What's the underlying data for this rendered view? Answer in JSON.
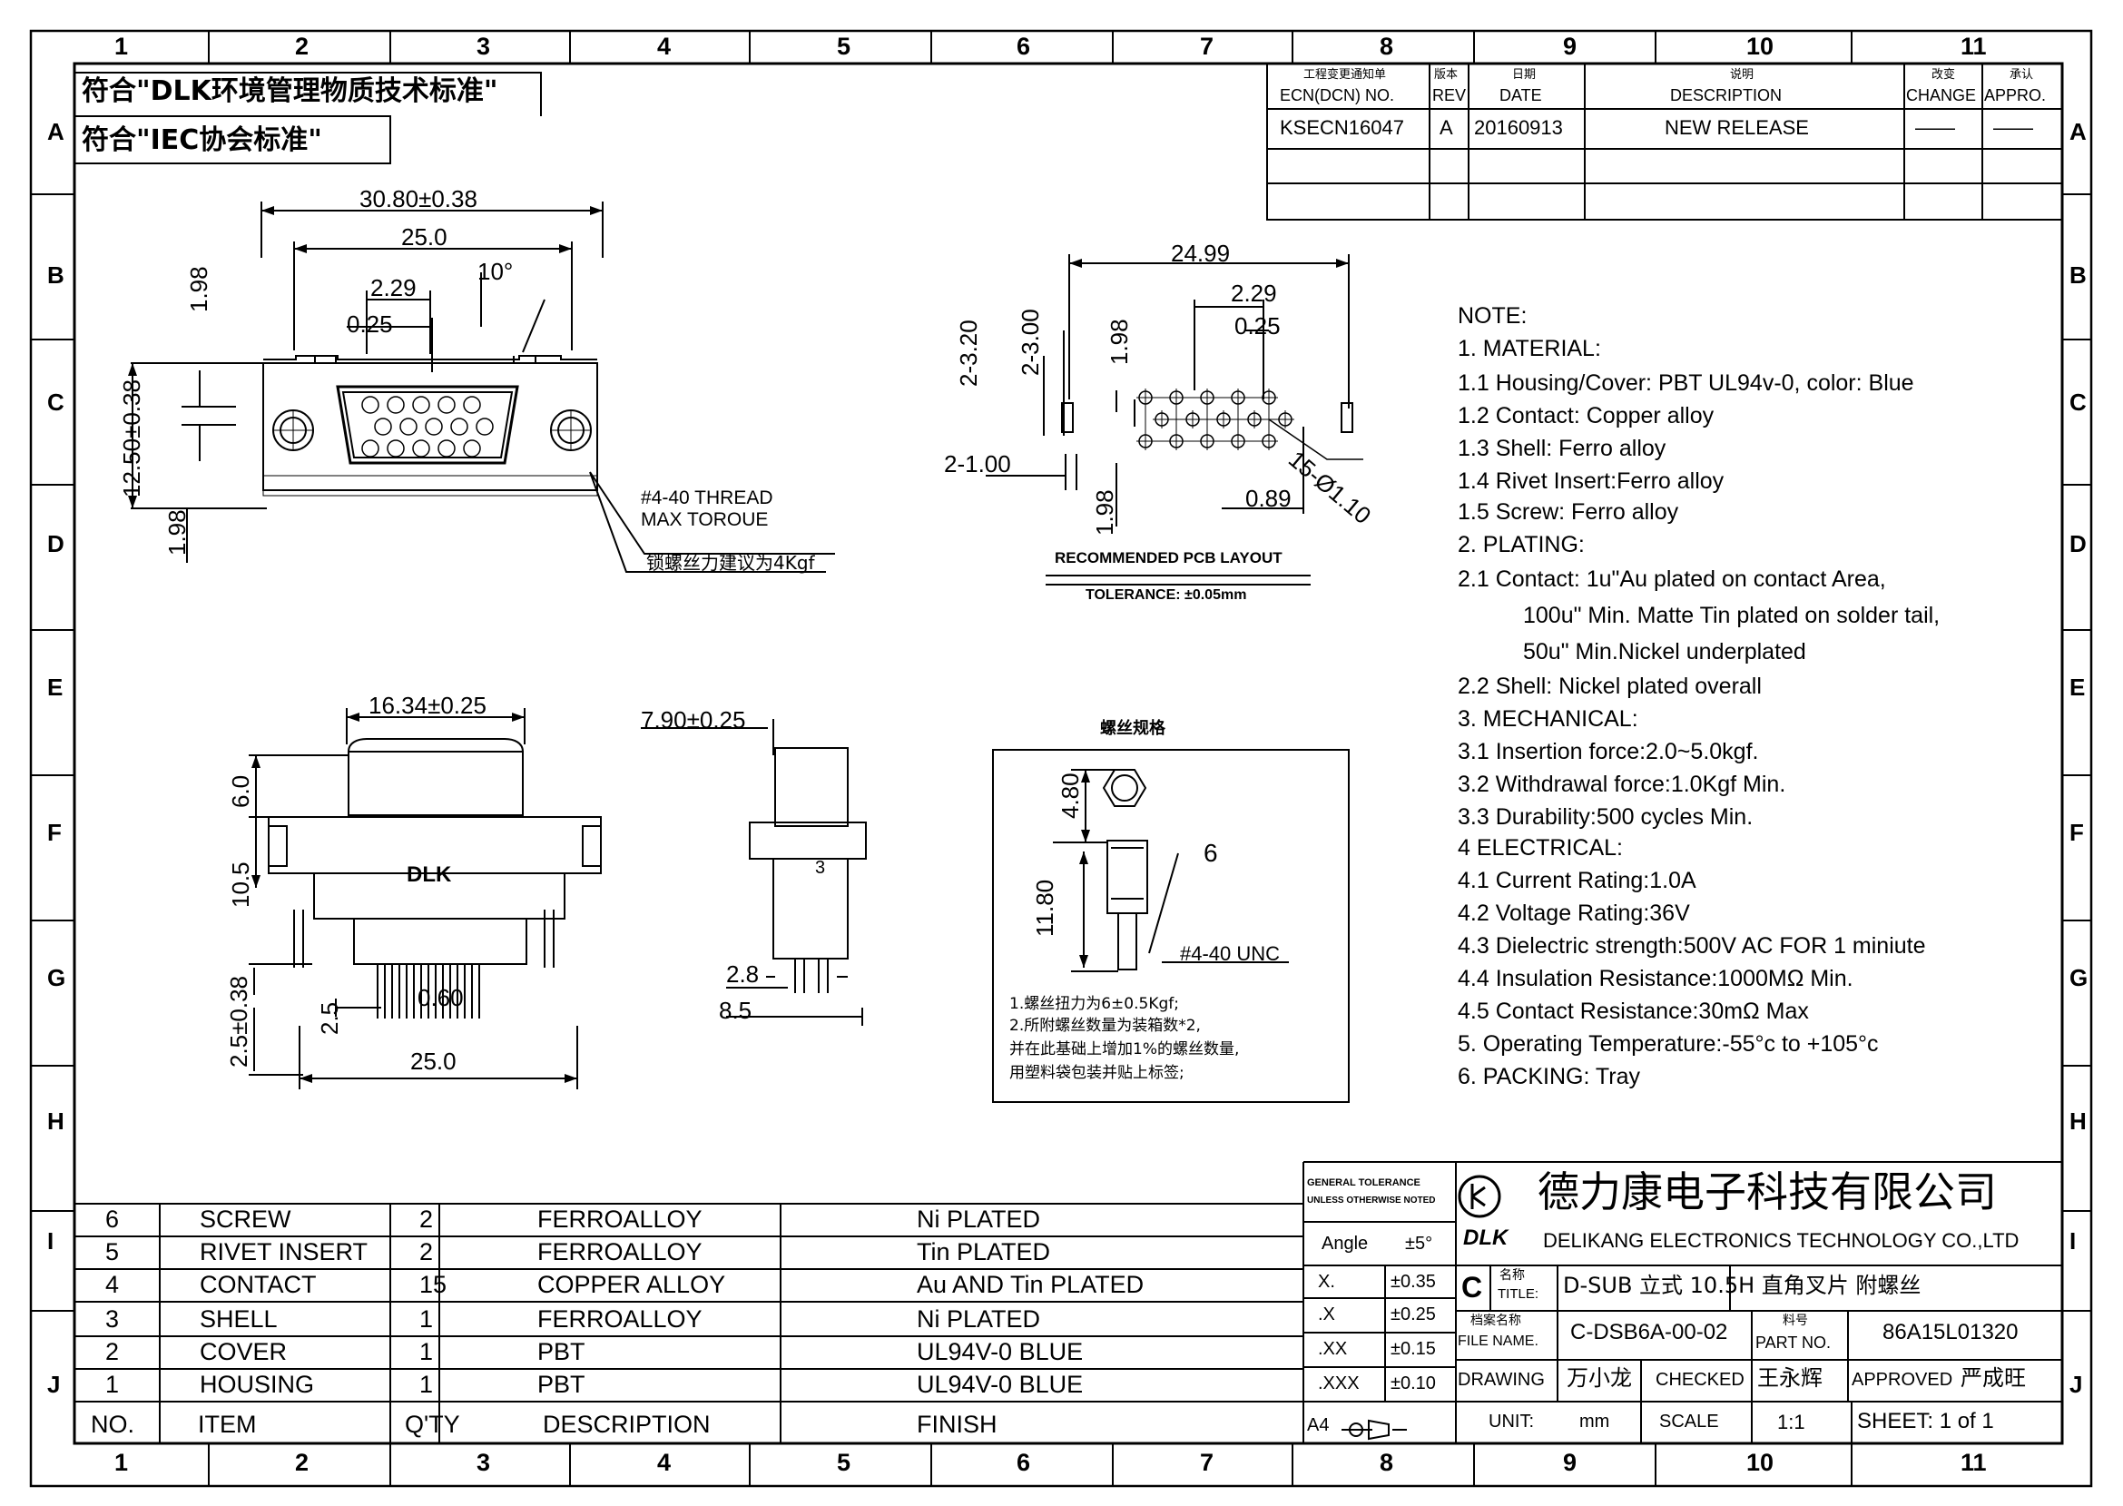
{
  "grid": {
    "cols": [
      "1",
      "2",
      "3",
      "4",
      "5",
      "6",
      "7",
      "8",
      "9",
      "10",
      "11"
    ],
    "rows": [
      "A",
      "B",
      "C",
      "D",
      "E",
      "F",
      "G",
      "H",
      "I",
      "J"
    ]
  },
  "compliance": {
    "line1": "符合\"DLK环境管理物质技术标准\"",
    "line2": "符合\"IEC协会标准\""
  },
  "revision": {
    "headers": {
      "ecn_cn": "工程变更通知单",
      "ecn_en": "ECN(DCN) NO.",
      "rev_cn": "版本",
      "rev_en": "REV",
      "date_cn": "日期",
      "date_en": "DATE",
      "desc_cn": "说明",
      "desc_en": "DESCRIPTION",
      "change_cn": "改变",
      "change_en": "CHANGE",
      "appro_cn": "承认",
      "appro_en": "APPRO."
    },
    "row": {
      "ecn": "KSECN16047",
      "rev": "A",
      "date": "20160913",
      "desc": "NEW RELEASE",
      "change": "——",
      "appro": "——"
    }
  },
  "dims_front": {
    "overall": "30.80±0.38",
    "span": "25.0",
    "pitch": "2.29",
    "offset": "0.25",
    "angle": "10°",
    "top": "1.98",
    "height": "12.50±0.38",
    "bottom": "1.98",
    "thread1": "#4-40 THREAD",
    "thread2": "MAX TOROUE",
    "torque": "锁螺丝力建议为4Kgf"
  },
  "pcb": {
    "width": "24.99",
    "pitch": "2.29",
    "offset": "0.25",
    "d320": "2-3.20",
    "d300": "2-3.00",
    "d198a": "1.98",
    "d198b": "1.98",
    "d100": "2-1.00",
    "d089": "0.89",
    "holes": "15-Ø1.10",
    "title": "RECOMMENDED PCB LAYOUT",
    "tolerance": "TOLERANCE: ±0.05mm"
  },
  "dims_side": {
    "w1": "16.34±0.25",
    "h60": "6.0",
    "h105": "10.5",
    "h25": "2.5",
    "h25t": "2.5±0.38",
    "d060": "0.60",
    "base": "25.0",
    "w2": "7.90±0.25",
    "d28": "2.8",
    "d85": "8.5",
    "logo": "DLK",
    "side_num": "3"
  },
  "screw": {
    "title": "螺丝规格",
    "h480": "4.80",
    "h1180": "11.80",
    "callout": "6",
    "thread": "#4-40 UNC",
    "n1": "1.螺丝扭力为6±0.5Kgf;",
    "n2": "2.所附螺丝数量为装箱数*2,",
    "n3": "并在此基础上增加1%的螺丝数量,",
    "n4": "用塑料袋包装并贴上标签;"
  },
  "notes": [
    "NOTE:",
    "1.  MATERIAL:",
    "1.1  Housing/Cover:  PBT  UL94v-0,  color:  Blue",
    "1.2  Contact:  Copper  alloy",
    "1.3  Shell:  Ferro  alloy",
    "1.4  Rivet  Insert:Ferro  alloy",
    "1.5  Screw:  Ferro  alloy",
    "2.  PLATING:",
    "2.1  Contact:  1u\"Au  plated  on  contact  Area,",
    "100u\"  Min.  Matte  Tin  plated  on  solder  tail,",
    "50u\"  Min.Nickel  underplated",
    "2.2  Shell:  Nickel  plated  overall",
    "3.    MECHANICAL:",
    "3.1  Insertion  force:2.0~5.0kgf.",
    "3.2  Withdrawal  force:1.0Kgf  Min.",
    "3.3  Durability:500  cycles  Min.",
    "4    ELECTRICAL:",
    "4.1  Current  Rating:1.0A",
    "4.2  Voltage  Rating:36V",
    "4.3  Dielectric  strength:500V  AC  FOR  1  miniute",
    "4.4  Insulation  Resistance:1000MΩ  Min.",
    "4.5  Contact  Resistance:30mΩ Max",
    "5.  Operating  Temperature:-55°c  to  +105°c",
    "6.  PACKING:  Tray"
  ],
  "bom": {
    "rows": [
      [
        "6",
        "SCREW",
        "2",
        "FERROALLOY",
        "Ni  PLATED"
      ],
      [
        "5",
        "RIVET  INSERT",
        "2",
        "FERROALLOY",
        "Tin  PLATED"
      ],
      [
        "4",
        "CONTACT",
        "15",
        "COPPER  ALLOY",
        "Au  AND  Tin  PLATED"
      ],
      [
        "3",
        "SHELL",
        "1",
        "FERROALLOY",
        "Ni  PLATED"
      ],
      [
        "2",
        "COVER",
        "1",
        "PBT",
        "UL94V-0  BLUE"
      ],
      [
        "1",
        "HOUSING",
        "1",
        "PBT",
        "UL94V-0  BLUE"
      ]
    ],
    "header": [
      "NO.",
      "ITEM",
      "Q'TY",
      "DESCRIPTION",
      "FINISH"
    ]
  },
  "tolerance": {
    "title1": "GENERAL  TOLERANCE",
    "title2": "UNLESS  OTHERWISE  NOTED",
    "rows": [
      [
        "Angle",
        "±5°"
      ],
      [
        "X.",
        "±0.35"
      ],
      [
        ".X",
        "±0.25"
      ],
      [
        ".XX",
        "±0.15"
      ],
      [
        ".XXX",
        "±0.10"
      ]
    ],
    "size": "A4"
  },
  "titleblock": {
    "company_cn": "德力康电子科技有限公司",
    "company_en": "DELIKANG  ELECTRONICS  TECHNOLOGY  CO.,LTD",
    "logo": "DLK",
    "size_code": "C",
    "title_cn_label": "名称",
    "title_label": "TITLE:",
    "title": "D-SUB 立式 10.5H 直角叉片 附螺丝",
    "file_cn_label": "档案名称",
    "file_label": "FILE NAME.",
    "file": "C-DSB6A-00-02",
    "part_cn_label": "料号",
    "part_label": "PART NO.",
    "part": "86A15L01320",
    "drawing_label": "DRAWING",
    "drawing": "万小龙",
    "checked_label": "CHECKED",
    "checked": "王永辉",
    "approved_label": "APPROVED",
    "approved": "严成旺",
    "unit_label": "UNIT:",
    "unit": "mm",
    "scale_label": "SCALE",
    "scale": "1:1",
    "sheet": "SHEET:  1  of  1"
  }
}
